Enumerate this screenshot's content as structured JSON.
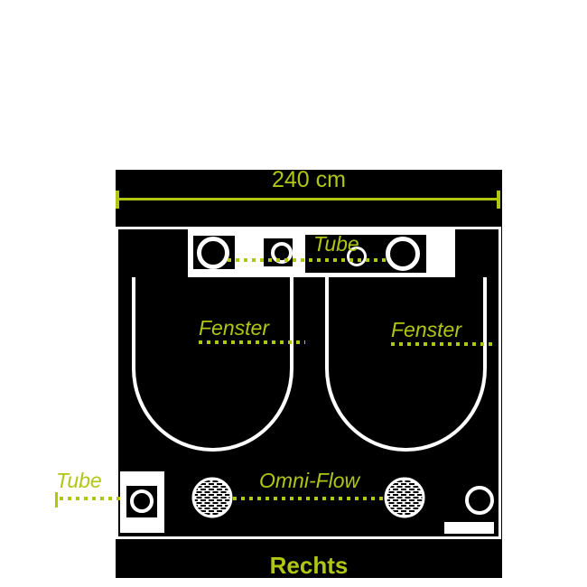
{
  "diagram": {
    "side_label": "Rechts",
    "dimension": {
      "width_label": "240 cm"
    },
    "top_vents": {
      "label": "Tube"
    },
    "windows": {
      "left_label": "Fenster",
      "right_label": "Fenster"
    },
    "bottom_vents": {
      "tube_label": "Tube",
      "omni_flow_label": "Omni-Flow"
    },
    "colors": {
      "accent_green": "#b0c613",
      "panel_black": "#000000",
      "outline_white": "#ffffff",
      "page_background": "#ffffff"
    }
  }
}
